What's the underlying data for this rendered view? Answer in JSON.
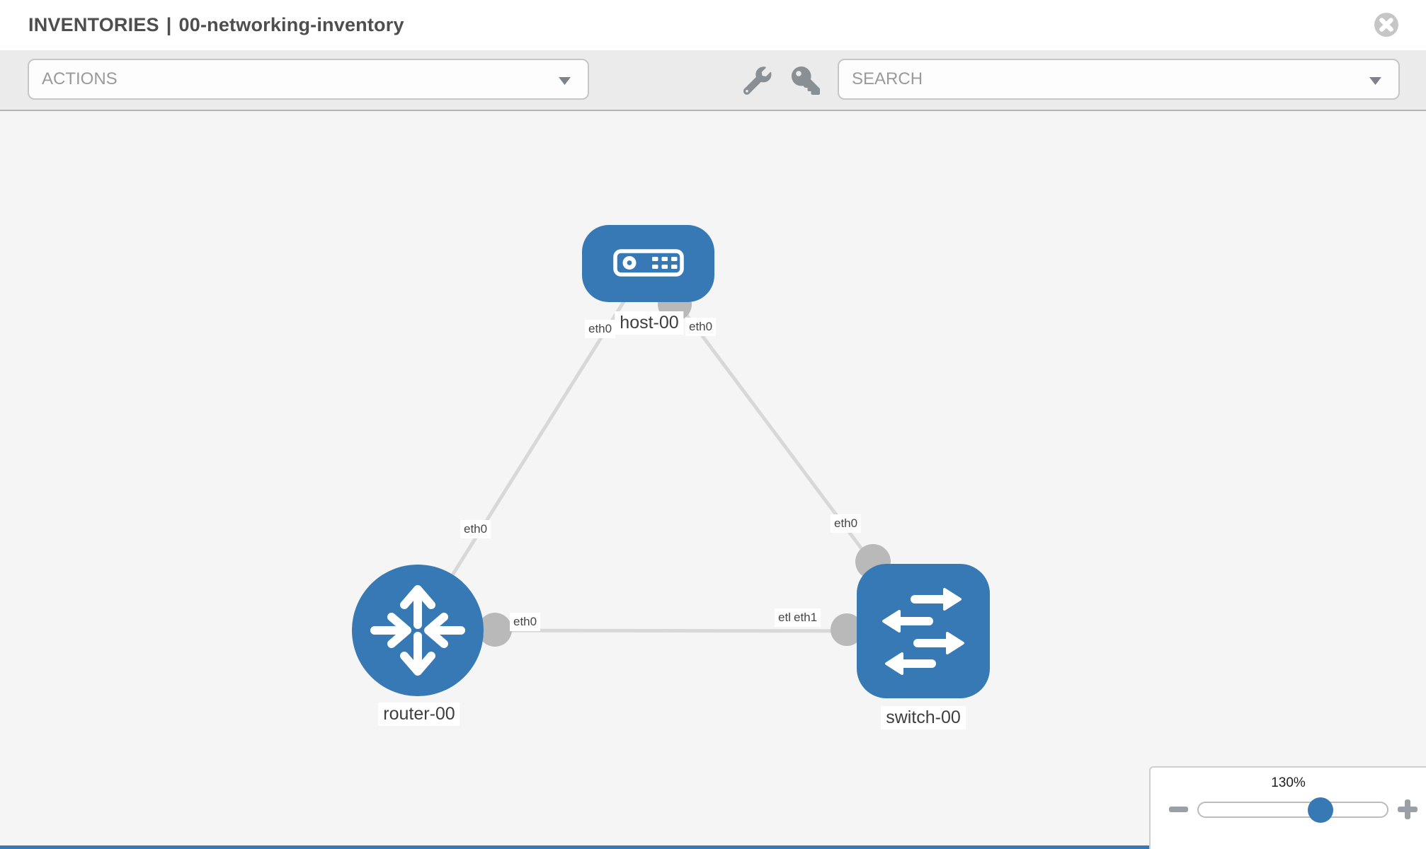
{
  "header": {
    "section_title": "INVENTORIES",
    "separator": "|",
    "inventory_name": "00-networking-inventory"
  },
  "toolbar": {
    "actions_placeholder": "ACTIONS",
    "search_placeholder": "SEARCH"
  },
  "icons": {
    "close": "circle-x-icon",
    "configure": "wrench-icon",
    "credentials": "key-icon",
    "dropdown_caret": "chevron-down-icon",
    "zoom_out": "minus-icon",
    "zoom_in": "plus-icon"
  },
  "topology": {
    "nodes": [
      {
        "name": "host-00",
        "type": "host"
      },
      {
        "name": "router-00",
        "type": "router"
      },
      {
        "name": "switch-00",
        "type": "switch"
      }
    ],
    "links": [
      {
        "source": "host-00",
        "target": "router-00",
        "source_if": "eth0",
        "target_if": "eth0"
      },
      {
        "source": "host-00",
        "target": "switch-00",
        "source_if": "eth0",
        "target_if": "eth0"
      },
      {
        "source": "router-00",
        "target": "switch-00",
        "source_if": "eth0",
        "target_if": "eth1"
      }
    ]
  },
  "zoom_control": {
    "zoom_label": "130%",
    "percent": 130
  },
  "colors": {
    "node_blue": "#3779b5",
    "link_gray": "#d8d8d8",
    "port_gray": "#b9b9b9",
    "toolbar_bg": "#ebebeb",
    "canvas_bg": "#f5f5f5",
    "header_text": "#4e4e4e"
  }
}
